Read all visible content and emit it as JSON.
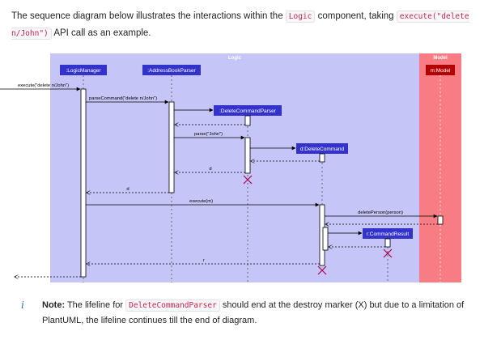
{
  "intro": {
    "part1": "The sequence diagram below illustrates the interactions within the ",
    "code1": "Logic",
    "part2": " component, taking ",
    "code2": "execute(\"delete n/John\")",
    "part3": " API call as an example."
  },
  "diagram": {
    "logic_frame_label": "Logic",
    "model_frame_label": "Model",
    "participants": {
      "logic_manager": ":LogicManager",
      "address_book_parser": ":AddressBookParser",
      "delete_command_parser": ":DeleteCommandParser",
      "delete_command": "d:DeleteCommand",
      "command_result": "r:CommandResult",
      "model": "m:Model"
    },
    "messages": {
      "execute_call": "execute(\"delete n/John\")",
      "parse_command": "parseCommand(\"delete n/John\")",
      "parse": "parse(\"John\")",
      "return_d_1": "d",
      "return_d_2": "d",
      "execute_m": "execute(m)",
      "delete_person": "deletePerson(person)",
      "return_r": "r"
    },
    "colors": {
      "logic_bg": "#c5c5f7",
      "model_bg": "#f77c84",
      "participant_blue": "#3333cc",
      "participant_red": "#b30000",
      "destroy": "#b3004d"
    }
  },
  "note": {
    "icon": "i",
    "label": "Note:",
    "part1": " The lifeline for ",
    "code": "DeleteCommandParser",
    "part2": " should end at the destroy marker (X) but due to a limitation of PlantUML, the lifeline continues till the end of diagram."
  }
}
